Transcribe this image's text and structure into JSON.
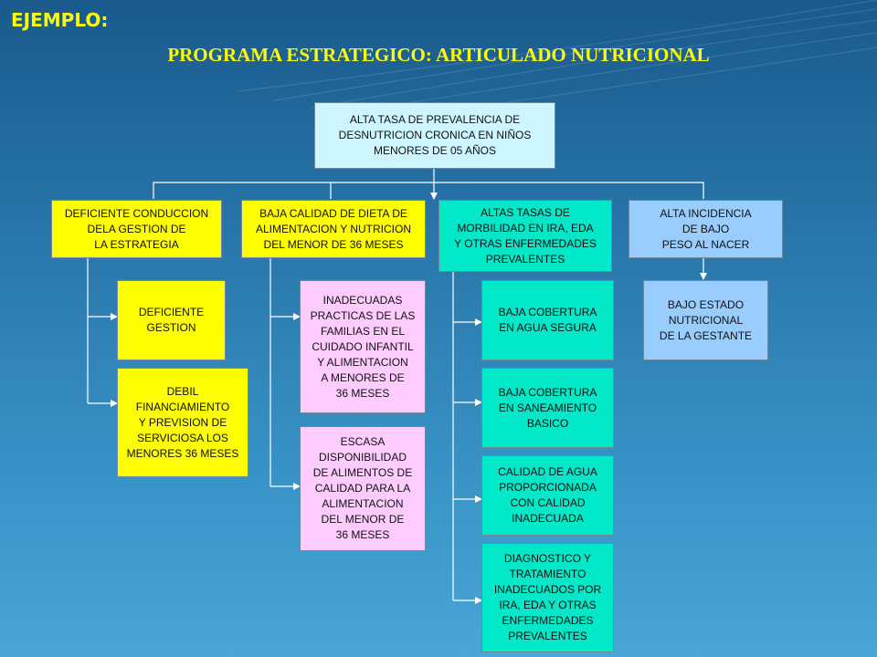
{
  "header": {
    "label": "EJEMPLO:",
    "title": "PROGRAMA ESTRATEGICO: ARTICULADO NUTRICIONAL"
  },
  "root": "ALTA TASA  DE PREVALENCIA DE\nDESNUTRICION CRONICA EN NIÑOS\nMENORES DE  05 AÑOS",
  "level1": [
    "DEFICIENTE CONDUCCION\nDELA GESTION DE\nLA ESTRATEGIA",
    "BAJA CALIDAD DE DIETA DE\nALIMENTACION Y NUTRICION\nDEL MENOR DE 36 MESES",
    "ALTAS TASAS DE\nMORBILIDAD EN IRA, EDA\nY OTRAS ENFERMEDADES\nPREVALENTES",
    "ALTA INCIDENCIA\nDE  BAJO\nPESO AL NACER"
  ],
  "col1": [
    "DEFICIENTE\nGESTION",
    "DEBIL\nFINANCIAMIENTO\nY PREVISION DE\nSERVICIOSA LOS\nMENORES 36 MESES"
  ],
  "col2": [
    "INADECUADAS\nPRACTICAS DE LAS\nFAMILIAS EN EL\nCUIDADO INFANTIL\nY  ALIMENTACION\nA  MENORES DE\n36 MESES",
    "ESCASA\nDISPONIBILIDAD\nDE ALIMENTOS DE\nCALIDAD PARA LA\nALIMENTACION\nDEL MENOR DE\n36 MESES"
  ],
  "col3": [
    "BAJA COBERTURA\nEN AGUA SEGURA",
    "BAJA COBERTURA\nEN SANEAMIENTO\nBASICO",
    "CALIDAD DE AGUA\nPROPORCIONADA\nCON CALIDAD\nINADECUADA",
    "DIAGNOSTICO Y\nTRATAMIENTO\nINADECUADOS POR\nIRA, EDA Y OTRAS\nENFERMEDADES\nPREVALENTES"
  ],
  "col4": [
    "BAJO ESTADO\nNUTRICIONAL\nDE LA GESTANTE"
  ],
  "colors": {
    "title": "#ffff00",
    "root": "#ccf5ff",
    "yellow": "#ffff00",
    "pink": "#ffccff",
    "cyan": "#00e8c8",
    "blue": "#99ccff"
  }
}
